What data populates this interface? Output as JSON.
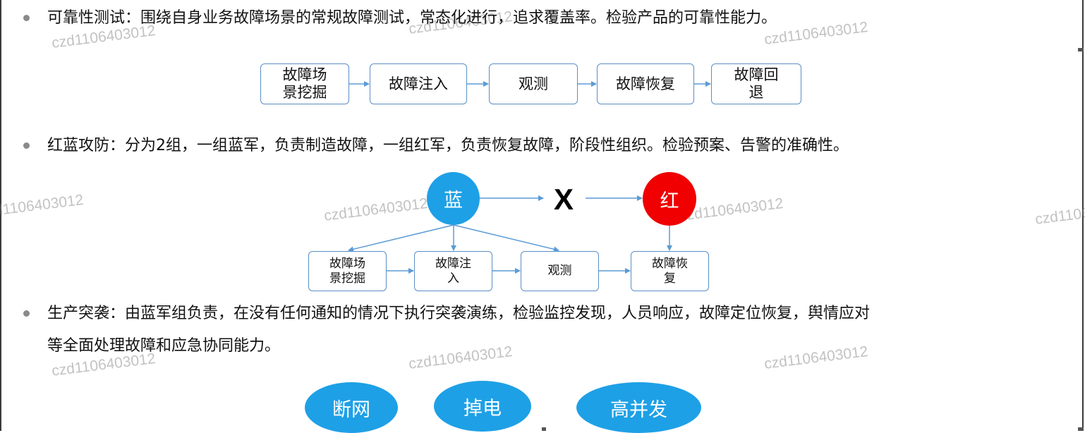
{
  "sections": [
    {
      "lines": [
        "可靠性测试：围绕自身业务故障场景的常规故障测试，常态化进行，追求覆盖率。检验产品的可靠性能力。"
      ],
      "flow": [
        "故障场\n景挖掘",
        "故障注入",
        "观测",
        "故障恢复",
        "故障回\n退"
      ]
    },
    {
      "lines": [
        "红蓝攻防：分为2组，一组蓝军，负责制造故障，一组红军，负责恢复故障，阶段性组织。检验预案、告警的准确性。"
      ],
      "blue_label": "蓝",
      "versus_label": "X",
      "red_label": "红",
      "flow": [
        "故障场\n景挖掘",
        "故障注\n入",
        "观测",
        "故障恢\n复"
      ]
    },
    {
      "lines": [
        "生产突袭：由蓝军组负责，在没有任何通知的情况下执行突袭演练，检验监控发现，人员响应，故障定位恢复，舆情应对",
        "等全面处理故障和应急协同能力。"
      ],
      "scenarios": [
        "断网",
        "掉电",
        "高并发"
      ]
    }
  ],
  "watermark": "czd1106403012",
  "colors": {
    "blue_circle": "#1ea0e6",
    "red_circle": "#f00000",
    "box_border": "#5b8ec5",
    "arrow": "#5b9bd5",
    "bullet": "#8a8a8a"
  }
}
